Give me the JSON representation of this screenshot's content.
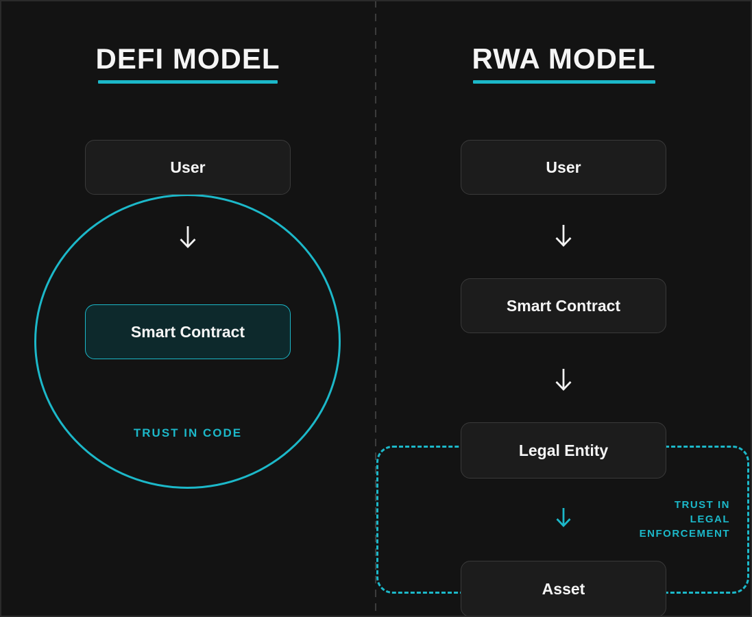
{
  "colors": {
    "background": "#131313",
    "accent": "#1cb8c9",
    "box_background": "#1c1c1c",
    "box_border": "#3a3a3a",
    "highlight_box_background": "#0d292c",
    "divider": "#3c3c3c",
    "text": "#f5f5f5"
  },
  "defi": {
    "title": "DEFI MODEL",
    "user_label": "User",
    "smart_contract_label": "Smart Contract",
    "trust_label": "TRUST IN CODE"
  },
  "rwa": {
    "title": "RWA MODEL",
    "user_label": "User",
    "smart_contract_label": "Smart Contract",
    "legal_entity_label": "Legal Entity",
    "asset_label": "Asset",
    "trust_lines": [
      "TRUST IN",
      "LEGAL",
      "ENFORCEMENT"
    ]
  }
}
